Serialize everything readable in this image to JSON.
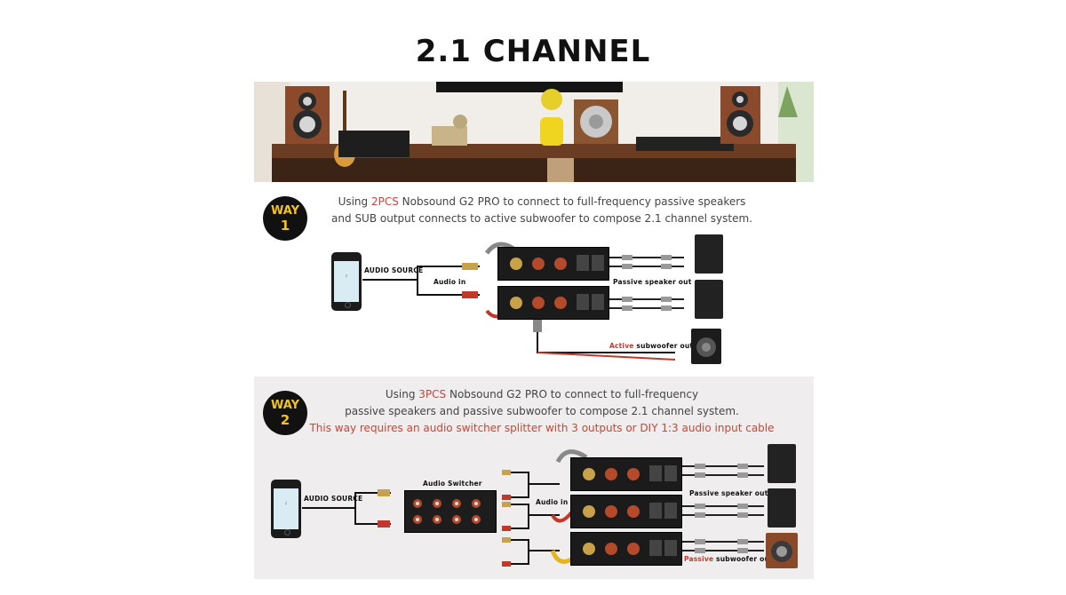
{
  "title": "2.1 CHANNEL",
  "way1": {
    "badge_word": "WAY",
    "badge_num": "1",
    "line1_pre": "Using ",
    "line1_hl": "2PCS",
    "line1_post": " Nobsound G2 PRO to connect to full-frequency passive speakers",
    "line2": "and SUB output connects to active subwoofer to compose 2.1 channel system.",
    "label_audio_source": "AUDIO SOURCE",
    "label_audio_in": "Audio in",
    "label_passive_speaker_out": "Passive speaker out",
    "label_active_sub_pre": "Active",
    "label_active_sub_post": " subwoofer out"
  },
  "way2": {
    "badge_word": "WAY",
    "badge_num": "2",
    "line1_pre": "Using ",
    "line1_hl": "3PCS",
    "line1_post": " Nobsound G2 PRO to connect to full-frequency",
    "line2": "passive speakers and passive subwoofer to compose 2.1 channel system.",
    "line3": "This way requires an audio switcher splitter with 3 outputs or DIY 1:3 audio input cable",
    "label_audio_source": "AUDIO SOURCE",
    "label_audio_switcher": "Audio Switcher",
    "label_audio_in": "Audio in",
    "label_passive_speaker_out": "Passive speaker out",
    "label_passive_sub_pre": "Passive",
    "label_passive_sub_post": " subwoofer out"
  },
  "colors": {
    "badge_bg": "#111111",
    "badge_text": "#f2c41b",
    "highlight": "#c8453a",
    "panel2_bg": "#efeded"
  },
  "icons": [
    "smartphone-icon",
    "speaker-icon",
    "subwoofer-icon",
    "amplifier-icon",
    "audio-switcher-icon",
    "rca-cable-icon",
    "curved-arrow-icon"
  ]
}
